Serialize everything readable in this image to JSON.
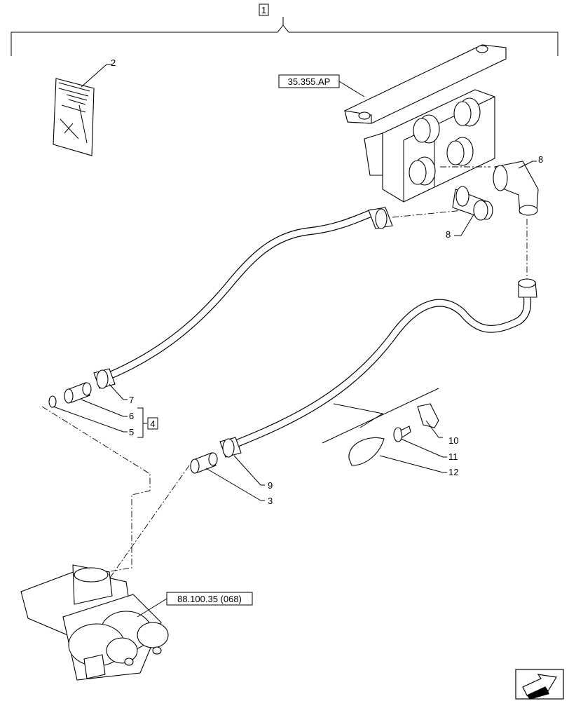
{
  "references": {
    "assembly": "1",
    "kit": "4",
    "valve_block": "35.355.AP",
    "valve_unit": "88.100.35 (068)"
  },
  "callouts": {
    "p2": "2",
    "p8a": "8",
    "p8b": "8",
    "p7": "7",
    "p6": "6",
    "p5": "5",
    "p9": "9",
    "p3": "3",
    "p10": "10",
    "p11": "11",
    "p12": "12"
  },
  "icons": {
    "nav": "next-page-arrow-icon"
  }
}
